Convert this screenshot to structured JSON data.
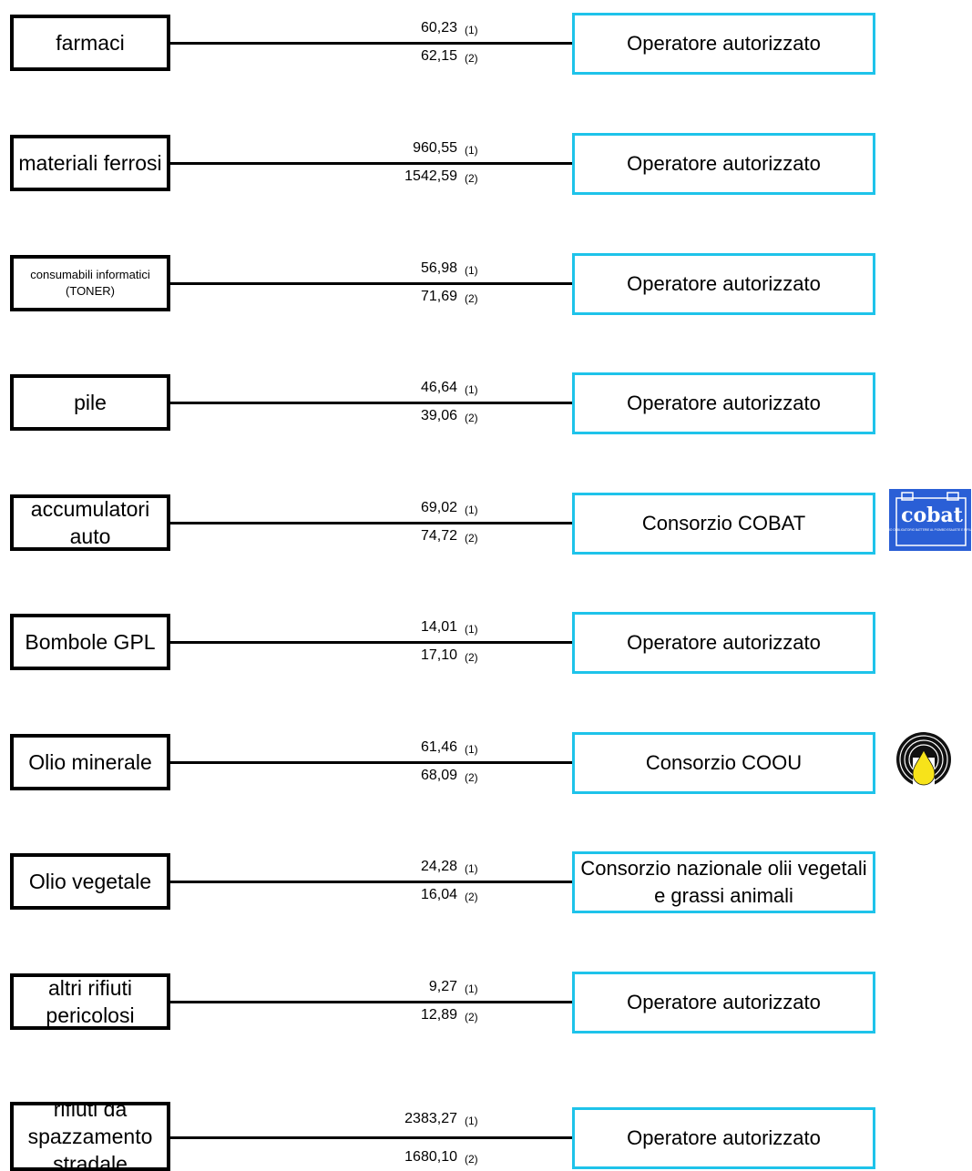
{
  "flows": [
    {
      "source": "farmaci",
      "value1": "60,23",
      "note1": "(1)",
      "value2": "62,15",
      "note2": "(2)",
      "destination": "Operatore autorizzato"
    },
    {
      "source": "materiali ferrosi",
      "value1": "960,55",
      "note1": "(1)",
      "value2": "1542,59",
      "note2": "(2)",
      "destination": "Operatore autorizzato"
    },
    {
      "source": "consumabili informatici (TONER)",
      "value1": "56,98",
      "note1": "(1)",
      "value2": "71,69",
      "note2": "(2)",
      "destination": "Operatore autorizzato"
    },
    {
      "source": "pile",
      "value1": "46,64",
      "note1": "(1)",
      "value2": "39,06",
      "note2": "(2)",
      "destination": "Operatore autorizzato"
    },
    {
      "source": "accumulatori auto",
      "value1": "69,02",
      "note1": "(1)",
      "value2": "74,72",
      "note2": "(2)",
      "destination": "Consorzio COBAT",
      "logo": "cobat-logo"
    },
    {
      "source": "Bombole GPL",
      "value1": "14,01",
      "note1": "(1)",
      "value2": "17,10",
      "note2": "(2)",
      "destination": "Operatore autorizzato"
    },
    {
      "source": "Olio minerale",
      "value1": "61,46",
      "note1": "(1)",
      "value2": "68,09",
      "note2": "(2)",
      "destination": "Consorzio COOU",
      "logo": "coou-logo"
    },
    {
      "source": "Olio vegetale",
      "value1": "24,28",
      "note1": "(1)",
      "value2": "16,04",
      "note2": "(2)",
      "destination": "Consorzio nazionale olii vegetali e grassi animali"
    },
    {
      "source": "altri rifiuti pericolosi",
      "value1": "9,27",
      "note1": "(1)",
      "value2": "12,89",
      "note2": "(2)",
      "destination": "Operatore autorizzato"
    },
    {
      "source": "rifiuti da spazzamento stradale",
      "value1": "2383,27",
      "note1": "(1)",
      "value2": "1680,10",
      "note2": "(2)",
      "destination": "Operatore autorizzato"
    }
  ],
  "logos": {
    "cobat": {
      "text": "cobat",
      "subtext": "CONSORZIO OBBLIGATORIO BATTERIE AL PIOMBO ESAUSTE E RIFIUTI PIOMBOSI",
      "color": "#2a5fd6"
    },
    "coou": {
      "color": "#111111",
      "drop_color": "#f7e31a"
    }
  },
  "colors": {
    "source_border": "#000000",
    "destination_border": "#1ec3ea"
  }
}
